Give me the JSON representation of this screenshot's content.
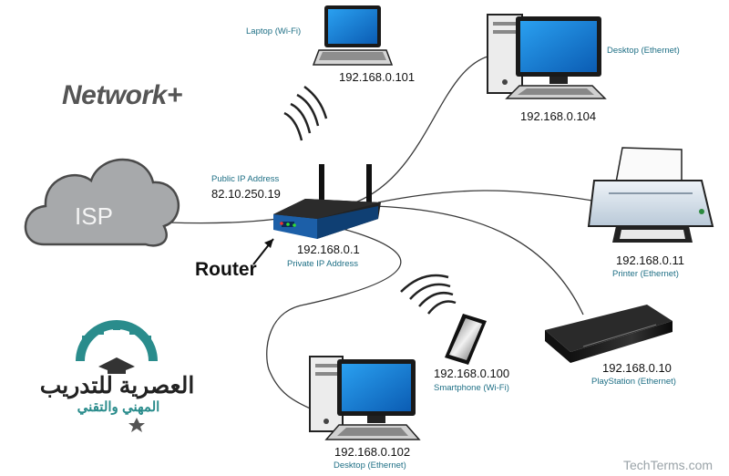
{
  "brand": "Network+",
  "isp": "ISP",
  "router": {
    "label": "Router",
    "public_caption": "Public IP Address",
    "public_ip": "82.10.250.19",
    "private_ip": "192.168.0.1",
    "private_caption": "Private IP Address"
  },
  "devices": {
    "laptop": {
      "name": "Laptop (Wi-Fi)",
      "ip": "192.168.0.101",
      "icon": "laptop-icon"
    },
    "desktop_top": {
      "name": "Desktop (Ethernet)",
      "ip": "192.168.0.104",
      "icon": "desktop-icon"
    },
    "printer": {
      "name": "Printer (Ethernet)",
      "ip": "192.168.0.11",
      "icon": "printer-icon"
    },
    "playstation": {
      "name": "PlayStation (Ethernet)",
      "ip": "192.168.0.10",
      "icon": "game-console-icon"
    },
    "smartphone": {
      "name": "Smartphone (Wi-Fi)",
      "ip": "192.168.0.100",
      "icon": "smartphone-icon"
    },
    "desktop_bottom": {
      "name": "Desktop (Ethernet)",
      "ip": "192.168.0.102",
      "icon": "desktop-icon"
    }
  },
  "logo": {
    "line1": "العصرية للتدريب",
    "line2": "المهني والتقني"
  },
  "watermark": "TechTerms.com",
  "colors": {
    "cable": "#3a3a3a",
    "cloud": "#a7a9ab",
    "screen": "#1f7fd6",
    "router_blue": "#1c5fa8",
    "label_teal": "#1e6f85",
    "logo_teal": "#2a8c8c"
  }
}
